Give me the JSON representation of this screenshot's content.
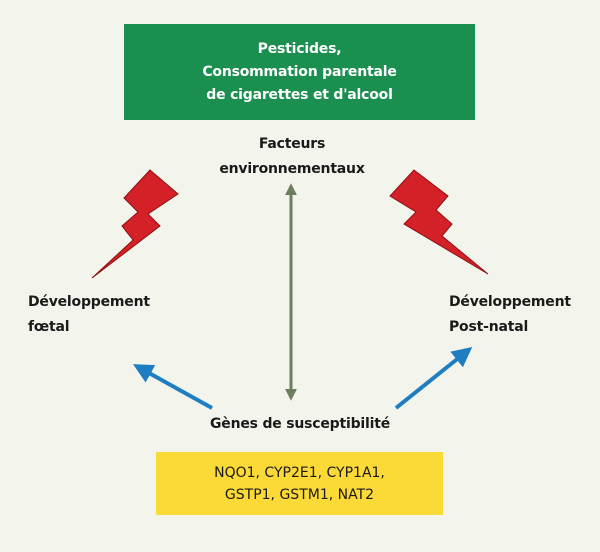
{
  "top_box": {
    "lines": [
      "Pesticides,",
      "Consommation parentale",
      "de cigarettes et d'alcool"
    ],
    "color": "#1b8f4f"
  },
  "env_label": {
    "lines": [
      "Facteurs",
      "environnementaux"
    ]
  },
  "left_label": {
    "lines": [
      "Développement",
      "fœtal"
    ]
  },
  "right_label": {
    "lines": [
      "Développement",
      "Post-natal"
    ]
  },
  "genes_label": "Gènes de susceptibilité",
  "bottom_box": {
    "lines": [
      "NQO1, CYP2E1, CYP1A1,",
      "GSTP1, GSTM1, NAT2"
    ],
    "color": "#fbd937"
  },
  "colors": {
    "lightning": "#d42027",
    "blue_arrow": "#1f7ec1",
    "double_arrow": "#6b7f5a"
  }
}
